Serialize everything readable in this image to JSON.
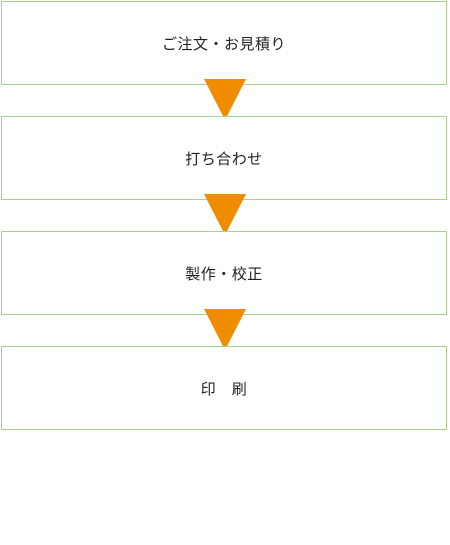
{
  "flow": {
    "steps": [
      {
        "label": "ご注文・お見積り"
      },
      {
        "label": "打ち合わせ"
      },
      {
        "label": "製作・校正"
      },
      {
        "label": "印　刷"
      }
    ],
    "arrow_color": "#f08c00",
    "box_border_color": "#a9d18e"
  }
}
